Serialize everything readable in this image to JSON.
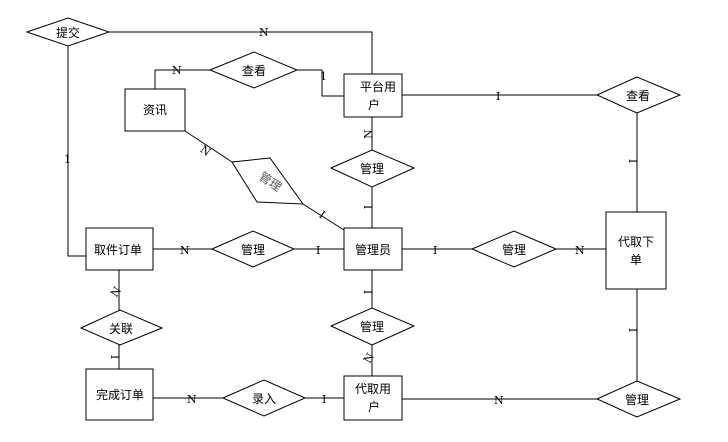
{
  "entities": {
    "platform_user": {
      "line1": "平台用",
      "line2": "户"
    },
    "info": "资讯",
    "pickup_order": "取件订单",
    "admin": "管理员",
    "proxy_order": {
      "line1": "代取下",
      "line2": "单"
    },
    "done_order": "完成订单",
    "proxy_user": {
      "line1": "代取用",
      "line2": "户"
    }
  },
  "relations": {
    "submit": "提交",
    "view_info": "查看",
    "view_order": "查看",
    "manage_info": "管理",
    "manage_user": "管理",
    "manage_pickup": "管理",
    "manage_proxy_order": "管理",
    "manage_proxy_user": "管理",
    "associate": "关联",
    "enter": "录入",
    "proxy_manage": "管理"
  },
  "cardinalities": {
    "submit_user": "N",
    "submit_order": "1",
    "view_info_info": "N",
    "view_info_user": "1",
    "info_manage": "N",
    "manage_admin_tilted": "I",
    "user_view": "I",
    "proxy_view": "I",
    "user_manage": "N",
    "admin_manage_top": "I",
    "pickup_manage": "N",
    "admin_pickup": "I",
    "admin_proxy": "I",
    "proxy_manage_n": "N",
    "pickup_assoc": "N",
    "done_assoc": "I",
    "admin_manage_bottom": "I",
    "proxyuser_manage": "N",
    "done_enter": "N",
    "proxyuser_enter": "I",
    "proxyuser_order_manage": "N",
    "proxyorder_manage": "I"
  }
}
